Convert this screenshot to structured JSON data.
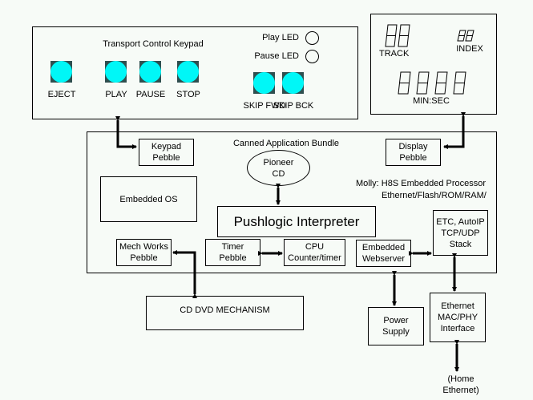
{
  "keypad": {
    "title": "Transport Control Keypad",
    "buttons": [
      {
        "label": "EJECT"
      },
      {
        "label": "PLAY"
      },
      {
        "label": "PAUSE"
      },
      {
        "label": "STOP"
      },
      {
        "label": "SKIP FWD"
      },
      {
        "label": "SKIP BCK"
      }
    ],
    "leds": [
      {
        "label": "Play LED"
      },
      {
        "label": "Pause LED"
      }
    ],
    "button_color": "#00f7f7"
  },
  "display": {
    "track_label": "TRACK",
    "index_label": "INDEX",
    "time_label": "MIN:SEC"
  },
  "bundle": {
    "title": "Canned Application Bundle",
    "processor_line1": "Molly: H8S Embedded Processor",
    "processor_line2": "Ethernet/Flash/ROM/RAM/",
    "keypad_pebble": "Keypad\nPebble",
    "display_pebble": "Display\nPebble",
    "pioneer_cd": "Pioneer\nCD",
    "embedded_os": "Embedded OS",
    "interpreter": "Pushlogic Interpreter",
    "stack": "ETC, AutoIP\nTCP/UDP\nStack",
    "mech_works": "Mech Works\nPebble",
    "timer_pebble": "Timer\nPebble",
    "cpu": "CPU\nCounter/timer",
    "webserver": "Embedded\nWebserver"
  },
  "external": {
    "mechanism": "CD DVD MECHANISM",
    "power": "Power\nSupply",
    "ethernet_if": "Ethernet\nMAC/PHY\nInterface",
    "home_ethernet": "(Home\nEthernet)"
  }
}
